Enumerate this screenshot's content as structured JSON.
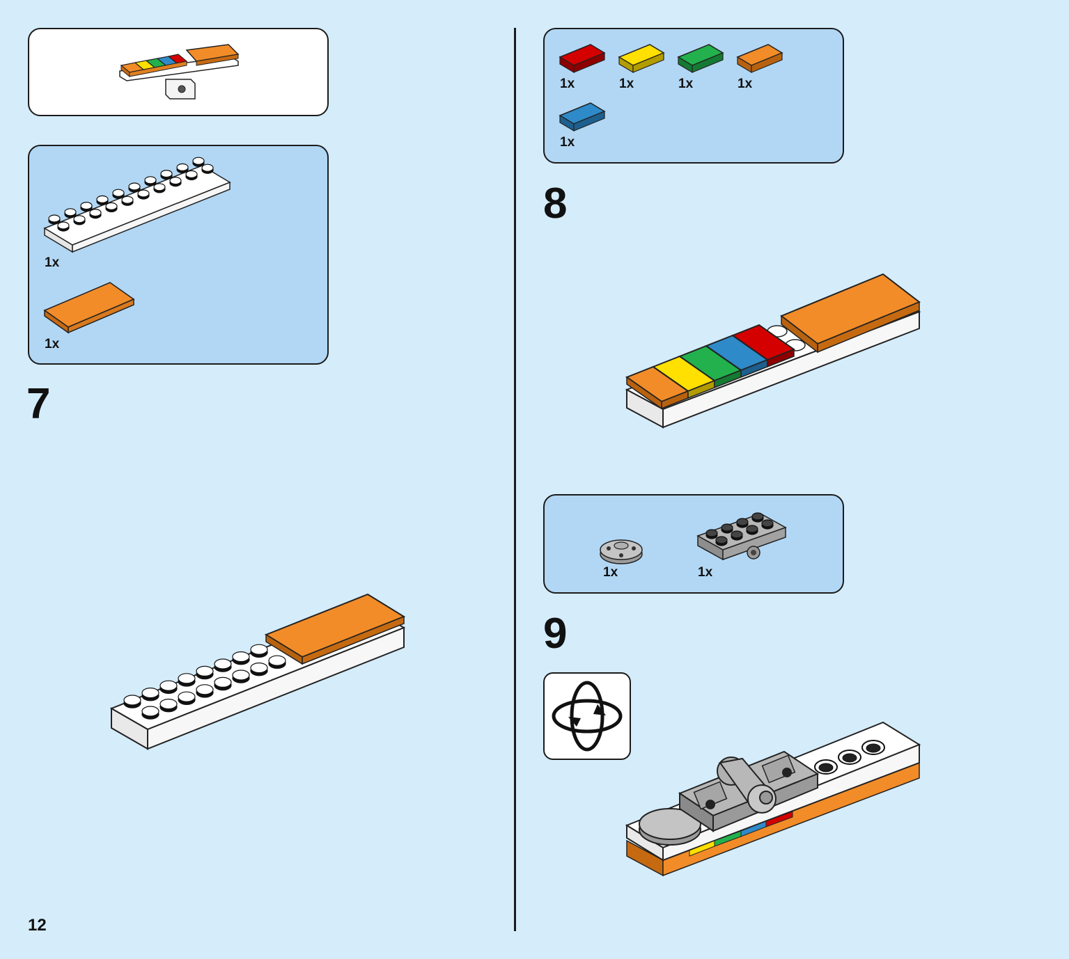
{
  "page_number": "12",
  "steps": {
    "step7": "7",
    "step8": "8",
    "step9": "9"
  },
  "parts_list_7": {
    "white_plate": "1x",
    "orange_tile": "1x"
  },
  "parts_list_8": {
    "red_tile": "1x",
    "yellow_tile": "1x",
    "green_tile": "1x",
    "orange_tile": "1x",
    "blue_tile": "1x"
  },
  "parts_list_9": {
    "round_plate": "1x",
    "hinge_plate": "1x"
  },
  "icons": {
    "rotate": "rotate-model-icon"
  },
  "colors": {
    "background": "#d5ecfb",
    "parts_box": "#b2d7f4",
    "orange": "#f28c28",
    "yellow": "#ffe000",
    "green": "#22b14c",
    "blue": "#2e8ac8",
    "red": "#d40000",
    "grey": "#a8a8a8"
  }
}
